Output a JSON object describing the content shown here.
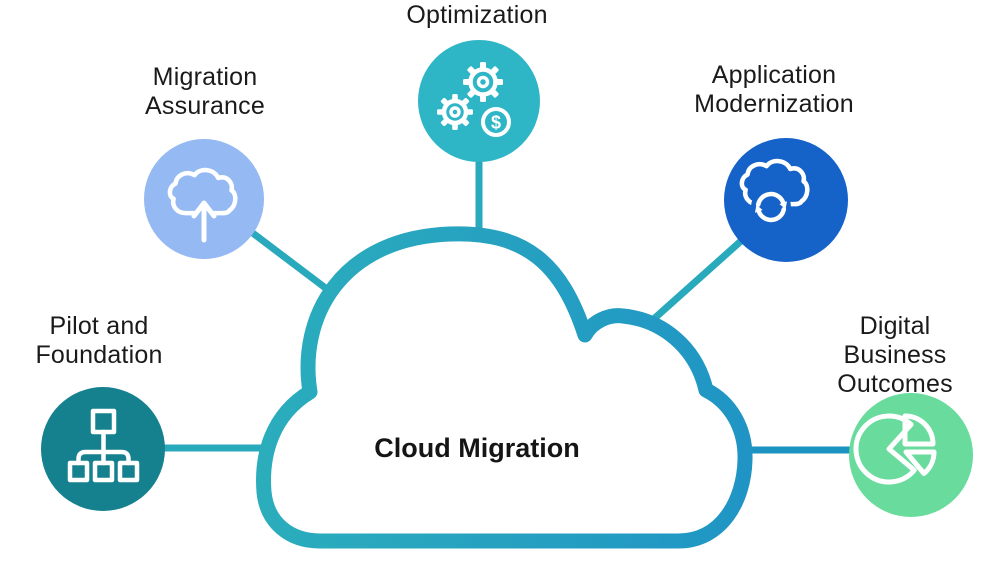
{
  "diagram": {
    "title": "Cloud Migration",
    "background_color": "#ffffff",
    "connector_color": "#29a9bc",
    "connector_color_right": "#1d93c2",
    "cloud_gradient": [
      "#2badbc",
      "#2095c5"
    ],
    "icon_color": "#ffffff",
    "text_color": "#1a1a1a"
  },
  "nodes": {
    "optimization": {
      "label": "Optimization",
      "color": "#2eb6c6",
      "icon": "gears-dollar-icon",
      "dollar_glyph": "$"
    },
    "migration_assurance": {
      "label": "Migration\nAssurance",
      "color": "#95b9f3",
      "icon": "cloud-upload-icon"
    },
    "application_modernization": {
      "label": "Application\nModernization",
      "color": "#1562c8",
      "icon": "cloud-sync-icon"
    },
    "pilot_foundation": {
      "label": "Pilot and\nFoundation",
      "color": "#15818e",
      "icon": "sitemap-icon"
    },
    "digital_business_outcomes": {
      "label": "Digital Business\nOutcomes",
      "color": "#68db9d",
      "icon": "pie-chart-icon"
    }
  }
}
